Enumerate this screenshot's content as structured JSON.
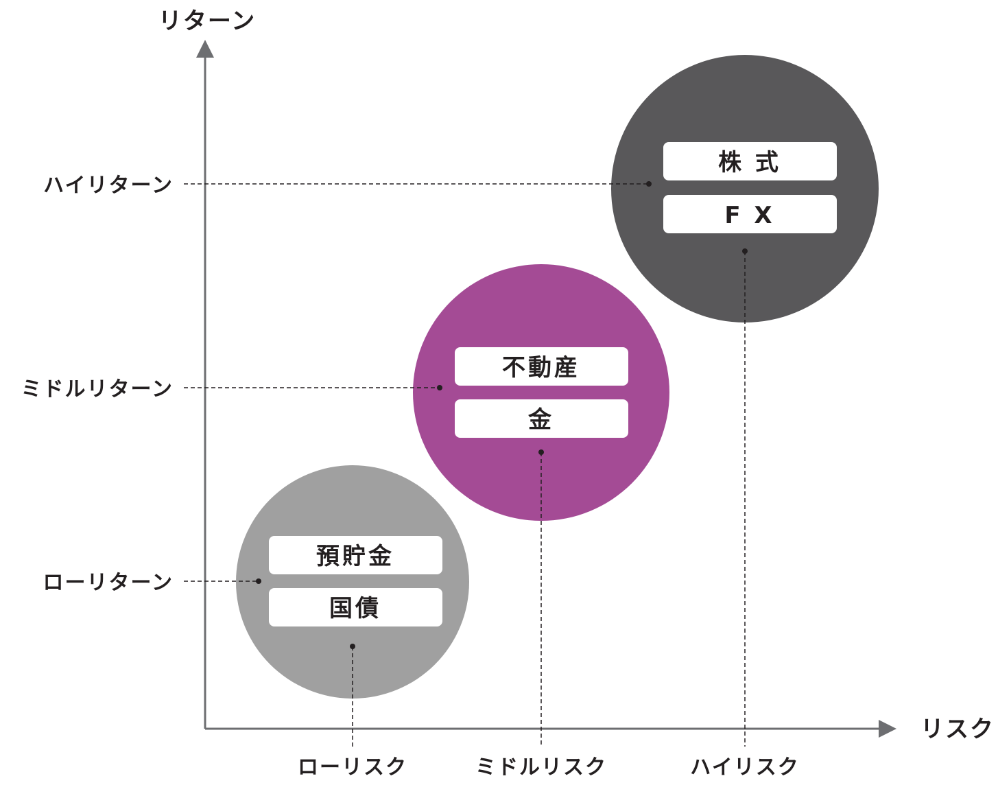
{
  "axes": {
    "y_title": "リターン",
    "x_title": "リスク",
    "y_ticks": [
      "ハイリターン",
      "ミドルリターン",
      "ローリターン"
    ],
    "x_ticks": [
      "ローリスク",
      "ミドルリスク",
      "ハイリスク"
    ],
    "axis_color": "#6d6e71"
  },
  "groups": [
    {
      "id": "low",
      "color": "#a0a0a0",
      "items": [
        "預貯金",
        "国債"
      ]
    },
    {
      "id": "mid",
      "color": "#a44b95",
      "items": [
        "不動産",
        "金"
      ]
    },
    {
      "id": "high",
      "color": "#59585a",
      "items": [
        "株 式",
        "F X"
      ]
    }
  ],
  "colors": {
    "text": "#231f20",
    "pill": "#ffffff",
    "background": "#ffffff"
  }
}
